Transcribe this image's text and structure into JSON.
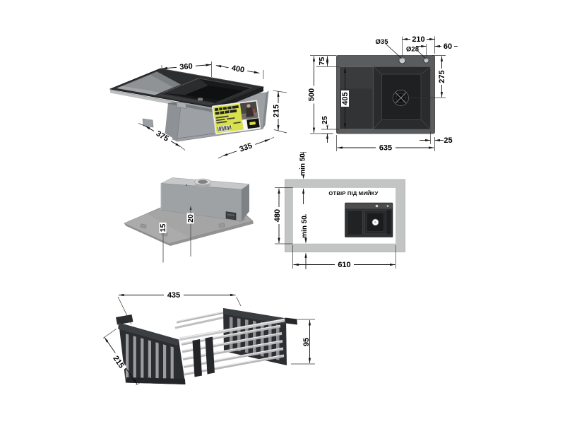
{
  "drawing": {
    "type": "kitchen sink installation drawing",
    "colors": {
      "background": "#ffffff",
      "dimension_line": "#111111",
      "sink_black": "#1a1a1b",
      "cabinet_gray": "#9da1a5",
      "countertop_gray": "#c3c5c4",
      "label_yellow": "#d8e04c",
      "basket_frame": "#2b2d30",
      "basket_tube": "#bdbdbd"
    },
    "iso_view": {
      "dims": {
        "back_left": "360",
        "back_right": "400",
        "depth": "375",
        "front_width": "335",
        "height": "215"
      }
    },
    "top_view": {
      "dims": {
        "faucet_hole": "Ø35",
        "second_hole": "Ø28",
        "hole_spacing": "210",
        "hole_edge": "60",
        "rim_top": "75",
        "depth": "500",
        "drainboard": "405",
        "rim_bottom": "25",
        "bowl_center": "275",
        "width": "635",
        "side_gap": "25"
      }
    },
    "under_view": {
      "dims": {
        "clip_height": "15",
        "flange_height": "20"
      }
    },
    "cutout_view": {
      "title": "ОТВІР ПІД МИЙКУ",
      "dims": {
        "margin_top": "min 50",
        "height": "480",
        "margin_bottom": "min 50",
        "width": "610"
      }
    },
    "basket_view": {
      "dims": {
        "width": "435",
        "depth": "215",
        "height": "95"
      }
    }
  }
}
